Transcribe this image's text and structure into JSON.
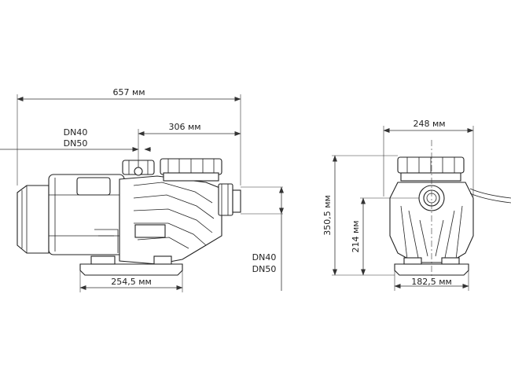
{
  "dimensions": {
    "overall_length": "657 мм",
    "port_offset": "306 мм",
    "base_length": "254,5 мм",
    "overall_width": "248 мм",
    "overall_height": "350,5 мм",
    "axis_height": "214 мм",
    "base_width": "182,5 мм"
  },
  "ports": {
    "inlet_dn40": "DN40",
    "inlet_dn50": "DN50",
    "outlet_dn40": "DN40",
    "outlet_dn50": "DN50"
  }
}
